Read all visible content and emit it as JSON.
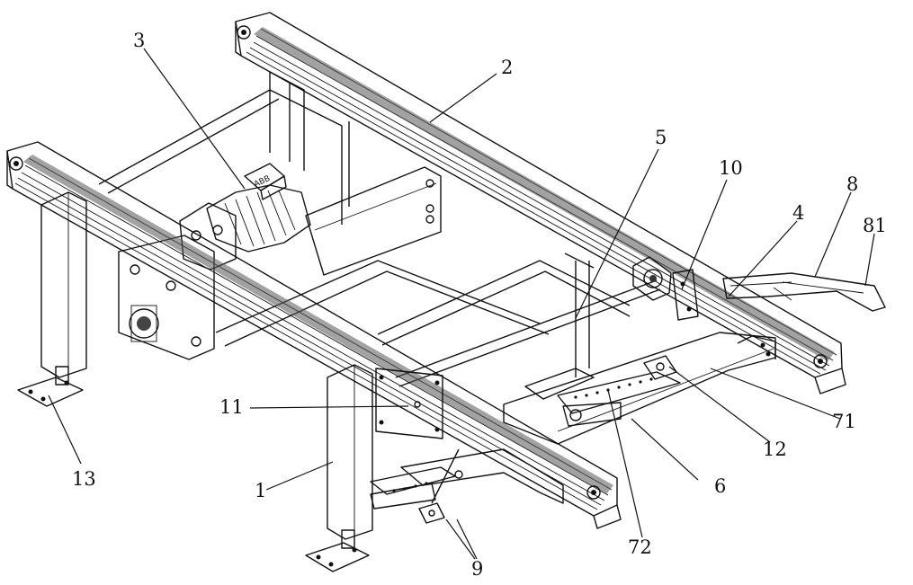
{
  "labels": {
    "l1": "1",
    "l2": "2",
    "l3": "3",
    "l4": "4",
    "l5": "5",
    "l6": "6",
    "l8": "8",
    "l9": "9",
    "l10": "10",
    "l11": "11",
    "l12": "12",
    "l13": "13",
    "l71": "71",
    "l72": "72",
    "l81": "81"
  },
  "motor_plate_text": "ABB"
}
